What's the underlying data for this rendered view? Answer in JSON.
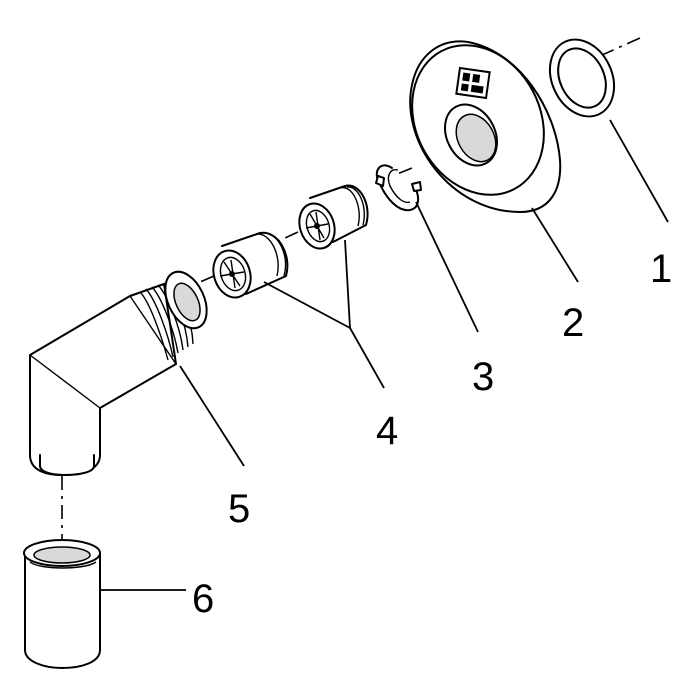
{
  "callouts": [
    {
      "id": "1",
      "label": "1"
    },
    {
      "id": "2",
      "label": "2"
    },
    {
      "id": "3",
      "label": "3"
    },
    {
      "id": "4",
      "label": "4"
    },
    {
      "id": "5",
      "label": "5"
    },
    {
      "id": "6",
      "label": "6"
    }
  ],
  "colors": {
    "line": "#000000",
    "background": "#ffffff",
    "shade": "#d9d9d9"
  }
}
